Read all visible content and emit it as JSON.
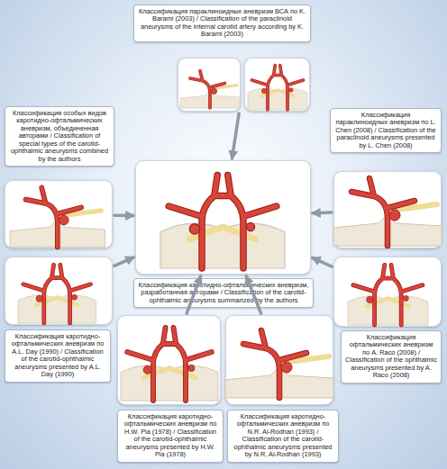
{
  "diagram": {
    "nodes": [
      {
        "text": [
          "Классификация параклиноидных аневризм ВСА по K. Barami (2003) / Classification of the paraclinoid aneurysms of the internal carotid artery according by K. Barami (2003)"
        ]
      },
      {
        "text": [
          "Классификация особых видов каротидно-офтальмических аневризм, объединенная авторами / Classification of special types of the carotid-ophthalmic aneurysms combined by the authors"
        ]
      },
      {
        "text": [
          "Классификация параклиноидных аневризм по L. Chen (2008) / Classification of the paraclinoid aneurysms presented by L. Chen (2008)"
        ]
      },
      {
        "text": [
          "Классификация каротидно-офтальмических аневризм, разработанная авторами / Classification of the carotid-ophthalmic aneurysms summarized by the authors"
        ]
      },
      {
        "text": [
          "Классификация каротидно-офтальмических аневризм по A.L. Day (1990) / Classification of the carotid-ophthalmic aneurysms presented by A.L. Day (1990)"
        ]
      },
      {
        "text": [
          "Классификация офтальмических аневризм по A. Raco (2008) / Classification of the ophthalmic aneurysms presented by A. Raco (2008)"
        ]
      },
      {
        "text": [
          "Классификация каротидно-офтальмических аневризм по H.W. Pia (1978) / Classification of the carotid-ophthalmic aneurysms presented by H.W. Pia (1978)"
        ]
      },
      {
        "text": [
          "Классификация каротидно-офтальмических аневризм по N.R. Al-Rodhan (1993) / Classification of the carotid-ophthalmic aneurysms presented by N.R. Al-Rodhan (1993)"
        ]
      }
    ],
    "edges": [
      {
        "from": 0,
        "to": 3,
        "arrow": "to"
      },
      {
        "from": 1,
        "to": 3,
        "arrow": "to"
      },
      {
        "from": 2,
        "to": 3,
        "arrow": "to"
      },
      {
        "from": 4,
        "to": 3,
        "arrow": "to"
      },
      {
        "from": 5,
        "to": 3,
        "arrow": "to"
      },
      {
        "from": 6,
        "to": 3,
        "arrow": "to"
      },
      {
        "from": 7,
        "to": 3,
        "arrow": "to"
      }
    ]
  }
}
